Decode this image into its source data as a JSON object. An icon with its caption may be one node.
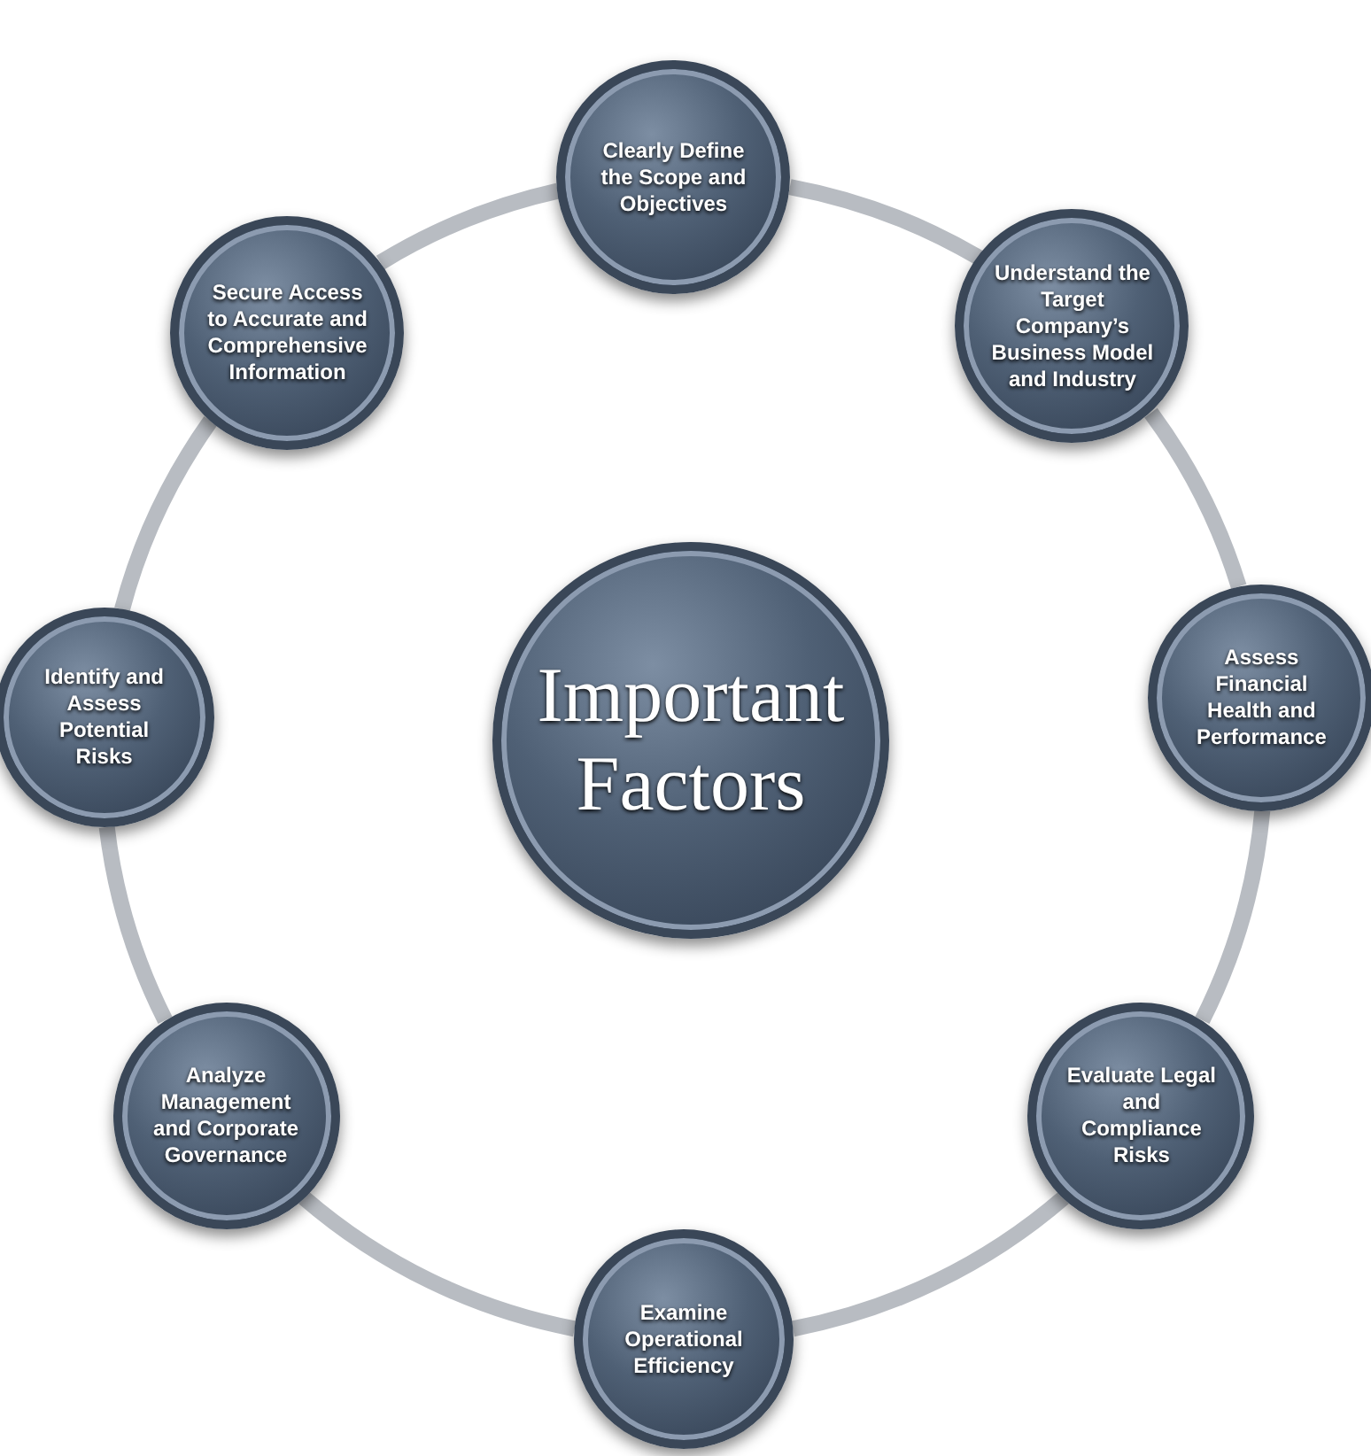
{
  "diagram": {
    "nodes": [
      {
        "text": [
          "Important Factors"
        ]
      },
      {
        "text": [
          "Clearly Define the Scope and Objectives"
        ]
      },
      {
        "text": [
          "Understand the Target Company’s Business Model and Industry"
        ]
      },
      {
        "text": [
          "Assess Financial Health and Performance"
        ]
      },
      {
        "text": [
          "Evaluate Legal and Compliance Risks"
        ]
      },
      {
        "text": [
          "Examine Operational Efficiency"
        ]
      },
      {
        "text": [
          "Analyze Management and Corporate Governance"
        ]
      },
      {
        "text": [
          "Identify and Assess Potential Risks"
        ]
      },
      {
        "text": [
          "Secure Access to Accurate and Comprehensive Information"
        ]
      }
    ],
    "edges": [
      {
        "from": 1,
        "to": 2,
        "arrow": "none"
      },
      {
        "from": 2,
        "to": 3,
        "arrow": "none"
      },
      {
        "from": 3,
        "to": 4,
        "arrow": "none"
      },
      {
        "from": 4,
        "to": 5,
        "arrow": "none"
      },
      {
        "from": 5,
        "to": 6,
        "arrow": "none"
      },
      {
        "from": 6,
        "to": 7,
        "arrow": "none"
      },
      {
        "from": 7,
        "to": 8,
        "arrow": "none"
      },
      {
        "from": 8,
        "to": 1,
        "arrow": "none"
      }
    ]
  }
}
